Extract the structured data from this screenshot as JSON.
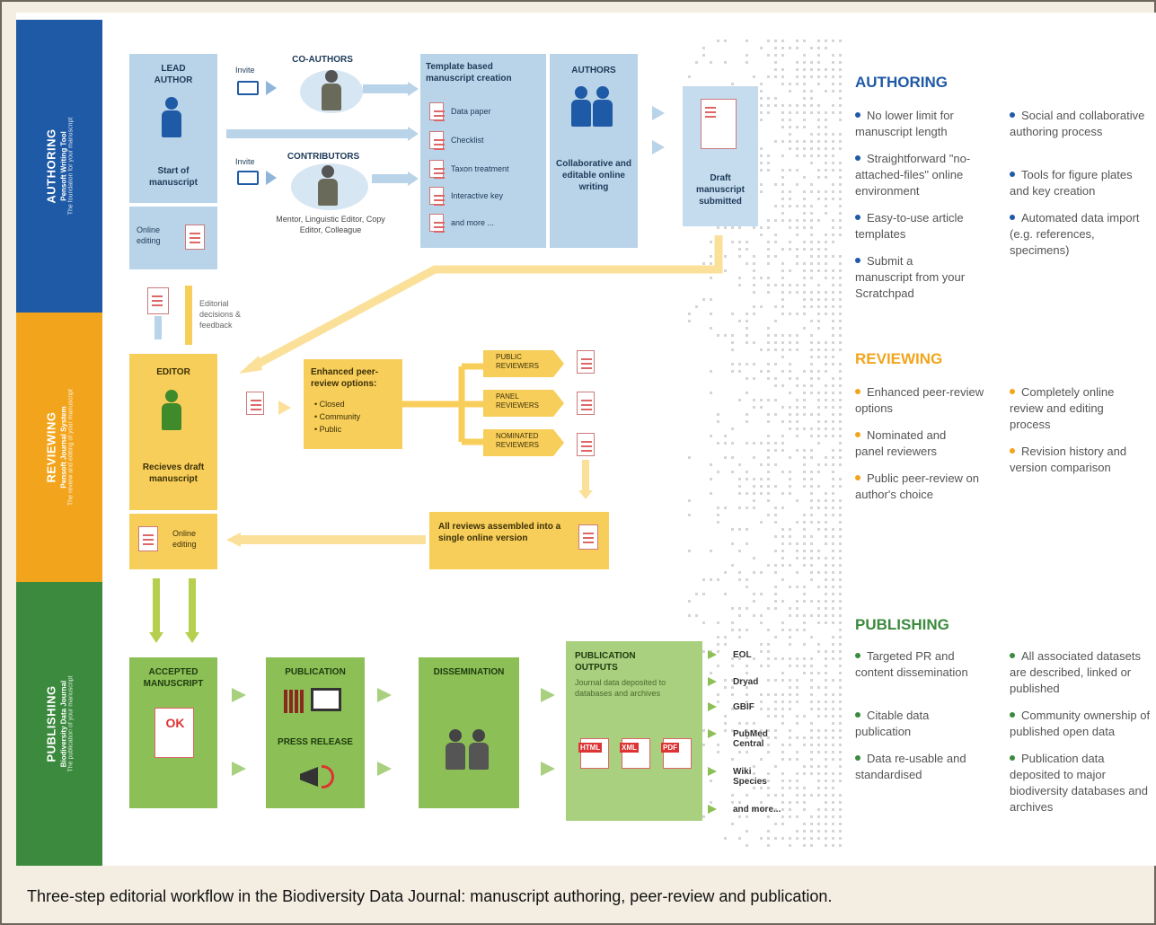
{
  "caption": "Three-step editorial workflow in the Biodiversity Data Journal: manuscript authoring, peer-review and publication.",
  "colors": {
    "authoring": "#1f5aa6",
    "reviewing": "#f2a51c",
    "publishing": "#3b8a3e"
  },
  "bands": {
    "authoring": {
      "title": "AUTHORING",
      "tool": "Pensoft Writing Tool",
      "desc": "The foundation for your manuscript"
    },
    "reviewing": {
      "title": "REVIEWING",
      "tool": "Pensoft Journal System",
      "desc": "The review and editing of your manuscript"
    },
    "publishing": {
      "title": "PUBLISHING",
      "tool": "Biodiversity Data Journal",
      "desc": "The publication of your manuscript"
    }
  },
  "authoring": {
    "lead_author": "LEAD AUTHOR",
    "start": "Start of manuscript",
    "invite": "Invite",
    "co_authors": "CO-AUTHORS",
    "contributors": "CONTRIBUTORS",
    "contributors_desc": "Mentor, Linguistic Editor, Copy Editor, Colleague",
    "online_editing": "Online editing",
    "template_title": "Template based manuscript creation",
    "templates": [
      "Data paper",
      "Checklist",
      "Taxon treatment",
      "Interactive key",
      "and more ..."
    ],
    "authors": "AUTHORS",
    "collab": "Collaborative and editable online writing",
    "draft": "Draft manuscript submitted",
    "editorial": "Editorial decisions & feedback"
  },
  "reviewing": {
    "editor": "EDITOR",
    "receives": "Recieves draft manuscript",
    "options_title": "Enhanced peer-review options:",
    "options": [
      "Closed",
      "Community",
      "Public"
    ],
    "reviewers": [
      "PUBLIC REVIEWERS",
      "PANEL REVIEWERS",
      "NOMINATED REVIEWERS"
    ],
    "all_reviews": "All reviews assembled into a single online version",
    "online_editing": "Online editing"
  },
  "publishing": {
    "accepted": "ACCEPTED MANUSCRIPT",
    "ok": "OK",
    "publication": "PUBLICATION",
    "press": "PRESS RELEASE",
    "dissemination": "DISSEMINATION",
    "outputs_title": "PUBLICATION OUTPUTS",
    "outputs_desc": "Journal data deposited to databases and archives",
    "formats": [
      "HTML",
      "XML",
      "PDF"
    ],
    "targets": [
      "EOL",
      "Dryad",
      "GBIF",
      "PubMed Central",
      "Wiki Species",
      "and more..."
    ]
  },
  "right": {
    "authoring": {
      "heading": "AUTHORING",
      "col1": [
        "No lower limit for manuscript length",
        "Straightforward \"no-attached-files\" online environment",
        "Easy-to-use article templates",
        "Submit a manuscript from your Scratchpad"
      ],
      "col2": [
        "Social and collaborative authoring process",
        "Tools for figure plates and key creation",
        "Automated data import (e.g. references, specimens)"
      ]
    },
    "reviewing": {
      "heading": "REVIEWING",
      "col1": [
        "Enhanced peer-review options",
        "Nominated and panel reviewers",
        "Public peer-review on author's choice"
      ],
      "col2": [
        "Completely online review and editing process",
        "Revision history and version comparison"
      ]
    },
    "publishing": {
      "heading": "PUBLISHING",
      "col1": [
        "Targeted PR and content dissemination",
        "Citable data publication",
        "Data re-usable and standardised"
      ],
      "col2": [
        "All associated datasets are described, linked or published",
        "Community ownership of published open data",
        "Publication data deposited to major biodiversity databases and archives"
      ]
    }
  }
}
